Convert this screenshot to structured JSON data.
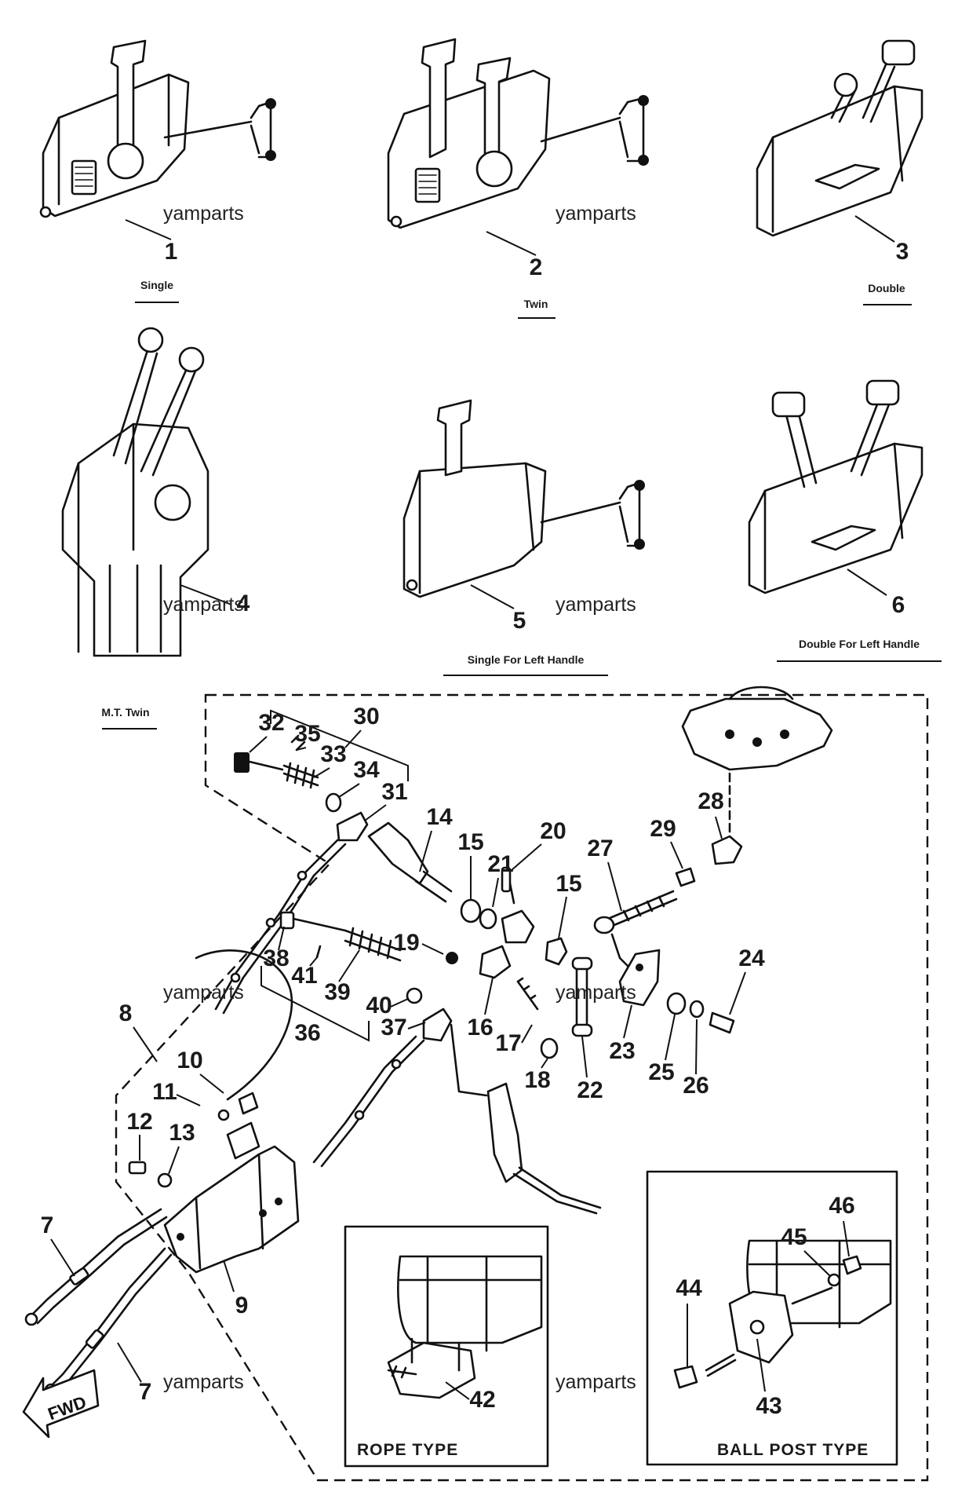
{
  "watermark": "yamparts",
  "variants": [
    {
      "number": "1",
      "caption": "Single"
    },
    {
      "number": "2",
      "caption": "Twin"
    },
    {
      "number": "3",
      "caption": "Double"
    },
    {
      "number": "",
      "caption": "M.T. Twin"
    },
    {
      "number": "5",
      "caption": "Single For Left Handle"
    },
    {
      "number": "6",
      "caption": "Double For Left Handle"
    }
  ],
  "callouts": [
    "4",
    "7",
    "7",
    "8",
    "9",
    "10",
    "11",
    "12",
    "13",
    "14",
    "15",
    "15",
    "16",
    "17",
    "18",
    "19",
    "20",
    "21",
    "22",
    "23",
    "24",
    "25",
    "26",
    "27",
    "28",
    "29",
    "30",
    "31",
    "32",
    "33",
    "34",
    "35",
    "36",
    "37",
    "38",
    "39",
    "40",
    "41",
    "42",
    "43",
    "44",
    "45",
    "46"
  ],
  "inset_boxes": {
    "rope": {
      "caption": "ROPE TYPE"
    },
    "ball_post": {
      "caption": "BALL POST TYPE"
    }
  },
  "direction_arrow": {
    "label": "FWD"
  }
}
